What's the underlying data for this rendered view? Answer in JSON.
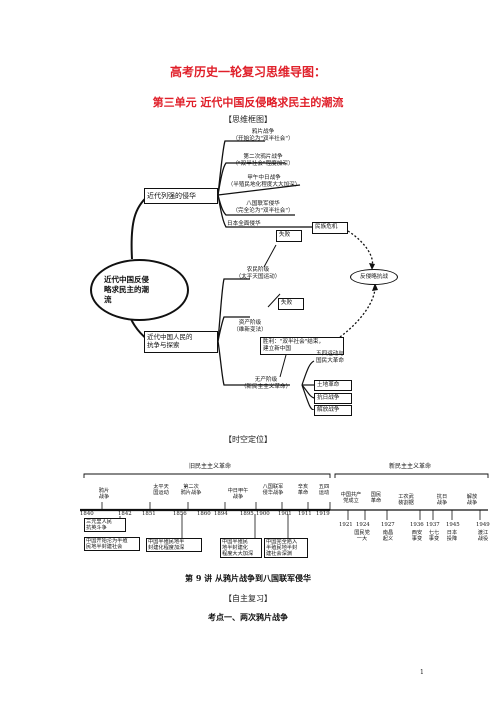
{
  "header": {
    "title": "高考历史一轮复习思维导图：",
    "unit": "第三单元  近代中国反侵略求民主的潮流",
    "mindmap_tag": "【思维框图】",
    "timeline_tag": "【时空定位】",
    "lesson": "第 9 讲   从鸦片战争到八国联军侵华",
    "self_review": "【自主复习】",
    "point": "考点一、两次鸦片战争",
    "page_number": "1"
  },
  "mindmap": {
    "center": [
      "近代中国反侵",
      "略求民主的潮",
      "流"
    ],
    "branch_top": "近代列强的侵华",
    "branch_bottom": [
      "近代中国人民的",
      "抗争与探索"
    ],
    "wars": [
      [
        "鸦片战争",
        "（开始沦为\"双半社会\"）"
      ],
      [
        "第二次鸦片战争",
        "（\"双半社会\"程度加深）"
      ],
      [
        "甲午中日战争",
        "（半殖民地化程度大大加深）"
      ],
      [
        "八国联军侵华",
        "（完全沦为\"双半社会\"）"
      ],
      [
        "日本全面侵华"
      ]
    ],
    "national_crisis": "民族危机",
    "anti_aggression": "反侵略抗战",
    "peasant": [
      "农民阶级",
      "（太平天国运动）"
    ],
    "fail1": "失败",
    "bourgeois": [
      "资产阶级",
      "（维新变法）"
    ],
    "fail2": "失败",
    "victory": [
      "胜利：\"双半社会\"结束，",
      "建立新中国"
    ],
    "proletariat": [
      "无产阶级",
      "（新民主主义革命）"
    ],
    "events": [
      [
        "五四运动与",
        "国民大革命"
      ],
      [
        "土地革命"
      ],
      [
        "抗日战争"
      ],
      [
        "解放战争"
      ]
    ]
  },
  "timeline": {
    "old_label": "旧民主主义革命",
    "new_label": "新民主主义革命",
    "top_events": [
      [
        "鸦片",
        "战争"
      ],
      [
        "太平天",
        "国运动"
      ],
      [
        "第二次",
        "鸦片战争"
      ],
      [
        "中日甲午",
        "战争"
      ],
      [
        "八国联军",
        "侵华战争"
      ],
      [
        "辛亥",
        "革命"
      ],
      [
        "五四",
        "运动"
      ],
      [
        "中国共产",
        "党成立"
      ],
      [
        "国民",
        "革命"
      ],
      [
        "工农武",
        "装割据"
      ],
      [
        "抗日",
        "战争"
      ],
      [
        "解放",
        "战争"
      ]
    ],
    "years_top": [
      "1840",
      "1842",
      "1851",
      "1856",
      "1860",
      "1894",
      "1895",
      "1900",
      "1901",
      "1911",
      "1919"
    ],
    "years_bottom": [
      "1921",
      "1924",
      "1927",
      "1936",
      "1937",
      "1945",
      "1949"
    ],
    "bottom_events": [
      [
        "国民党",
        "一大"
      ],
      [
        "南昌",
        "起义"
      ],
      [
        "西安",
        "事变"
      ],
      [
        "七七",
        "事变"
      ],
      [
        "日本",
        "投降"
      ],
      [
        "渡江",
        "战役"
      ]
    ],
    "boxes": [
      [
        "三元里人民",
        "抗英斗争"
      ],
      [
        "中国开始沦为半殖",
        "民地半封建社会"
      ],
      [
        "中国半殖民地半",
        "封建化程度加深"
      ],
      [
        "中国半殖民",
        "地半封建化",
        "程度大大加深"
      ],
      [
        "中国完全陷入",
        "半殖民地半封",
        "建社会深渊"
      ]
    ]
  }
}
